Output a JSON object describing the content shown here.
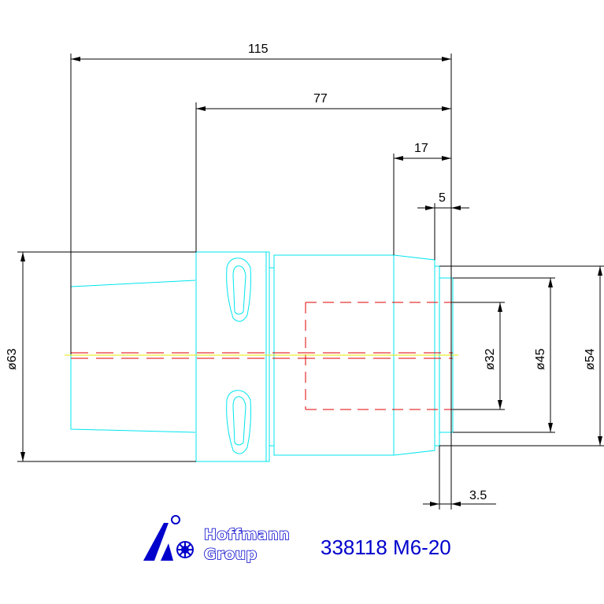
{
  "dimensions": {
    "overall_length": "115",
    "length_77": "77",
    "length_17": "17",
    "length_5": "5",
    "length_3_5": "3.5",
    "dia_63": "ø63",
    "dia_32": "ø32",
    "dia_45": "ø45",
    "dia_54": "ø54"
  },
  "logo": {
    "line1": "Hoffmann",
    "line2": "Group"
  },
  "part_number": "338118 M6-20",
  "colors": {
    "outline": "#00e5ee",
    "hidden_lines": "#e00000",
    "dimension_lines": "#000000",
    "brand": "#0000cc",
    "centerline": "#e8e800"
  }
}
